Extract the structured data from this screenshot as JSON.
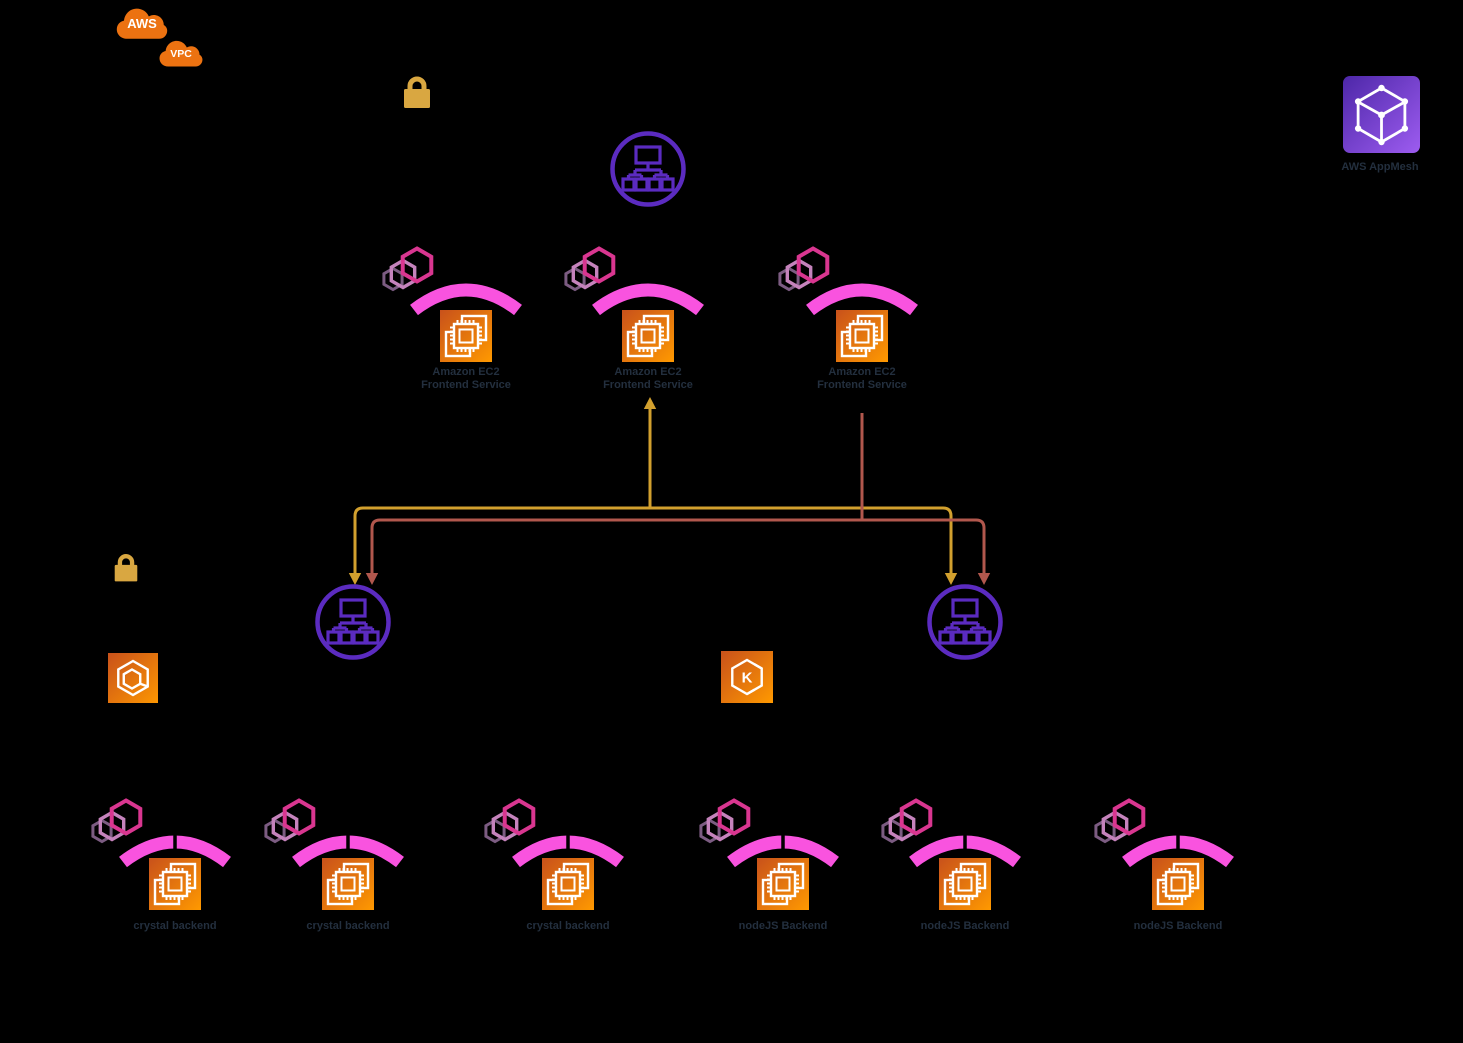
{
  "groups": {
    "aws_cloud": {
      "label": "AWS"
    },
    "vpc": {
      "label": "VPC"
    }
  },
  "app_mesh": {
    "label": "AWS AppMesh"
  },
  "frontends": [
    {
      "line1": "Amazon EC2",
      "line2": "Frontend Service"
    },
    {
      "line1": "Amazon EC2",
      "line2": "Frontend Service"
    },
    {
      "line1": "Amazon EC2",
      "line2": "Frontend Service"
    }
  ],
  "backends": [
    {
      "label": "crystal backend"
    },
    {
      "label": "crystal backend"
    },
    {
      "label": "crystal backend"
    },
    {
      "label": "nodeJS Backend"
    },
    {
      "label": "nodeJS Backend"
    },
    {
      "label": "nodeJS Backend"
    }
  ],
  "eks": {
    "letter": "K"
  },
  "icons": {
    "aws_cloud": "orange-cloud",
    "vpc": "orange-cloud-small",
    "lock": "gold-padlock",
    "app_mesh": "purple-mesh-cube",
    "virtual_router": "purple-circle-network-tree",
    "virtual_node": "pink-hexagon-cluster",
    "proxy_arc": "pink-arc",
    "ec2_instance": "orange-chip-square",
    "ecs": "orange-hexagon-container",
    "eks": "orange-hexagon-k"
  },
  "colors": {
    "background": "#000000",
    "label_text": "#232F3E",
    "cloud_orange": "#EC7211",
    "lock_gold": "#D9A741",
    "line_gold": "#D2A02E",
    "line_brick": "#B1574D",
    "arc_pink": "#F953DF",
    "hex_pink": "#D93690",
    "hex_mauve": "#C583BC",
    "hex_plum": "#7C5C82",
    "router_purple": "#5B2BC0",
    "service_orange_start": "#C8511B",
    "service_orange_end": "#FF9900",
    "appmesh_purple_start": "#4D27A8",
    "appmesh_purple_end": "#9D5CF0"
  }
}
